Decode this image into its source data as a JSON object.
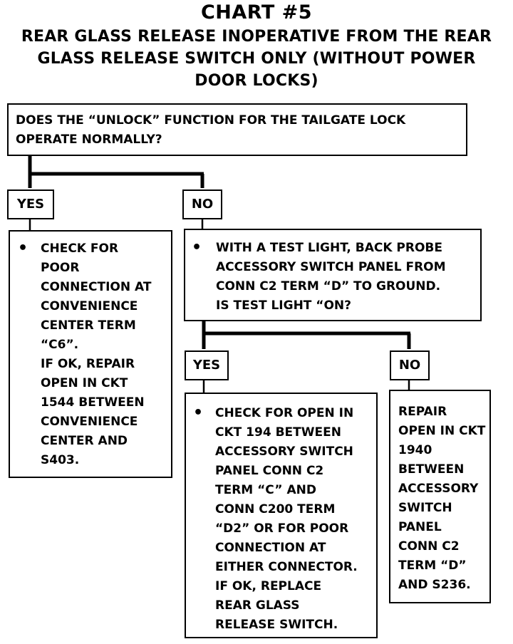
{
  "title": "CHART #5",
  "subtitle": "REAR GLASS RELEASE INOPERATIVE FROM THE REAR\nGLASS RELEASE SWITCH ONLY (WITHOUT POWER\nDOOR LOCKS)",
  "question1": "DOES THE “UNLOCK” FUNCTION FOR THE TAILGATE LOCK\nOPERATE NORMALLY?",
  "yes1_label": "YES",
  "no1_label": "NO",
  "yes1_text": "CHECK FOR\nPOOR\nCONNECTION AT\nCONVENIENCE\nCENTER TERM\n“C6”.\nIF OK, REPAIR\nOPEN IN CKT\n1544 BETWEEN\nCONVENIENCE\nCENTER AND\nS403.",
  "question2": "WITH A TEST LIGHT, BACK PROBE\nACCESSORY SWITCH PANEL FROM\nCONN C2 TERM “D” TO GROUND.\nIS TEST LIGHT “ON?",
  "yes2_label": "YES",
  "no2_label": "NO",
  "yes2_text": "CHECK FOR OPEN IN\nCKT 194 BETWEEN\nACCESSORY SWITCH\nPANEL CONN C2\nTERM “C” AND\nCONN C200 TERM\n“D2” OR FOR POOR\nCONNECTION AT\nEITHER CONNECTOR.\nIF OK, REPLACE\nREAR GLASS\nRELEASE SWITCH.",
  "no2_text": "REPAIR\nOPEN IN CKT\n1940\nBETWEEN\nACCESSORY\nSWITCH\nPANEL\nCONN C2\nTERM “D”\nAND S236.",
  "bullet_symbol": "•"
}
